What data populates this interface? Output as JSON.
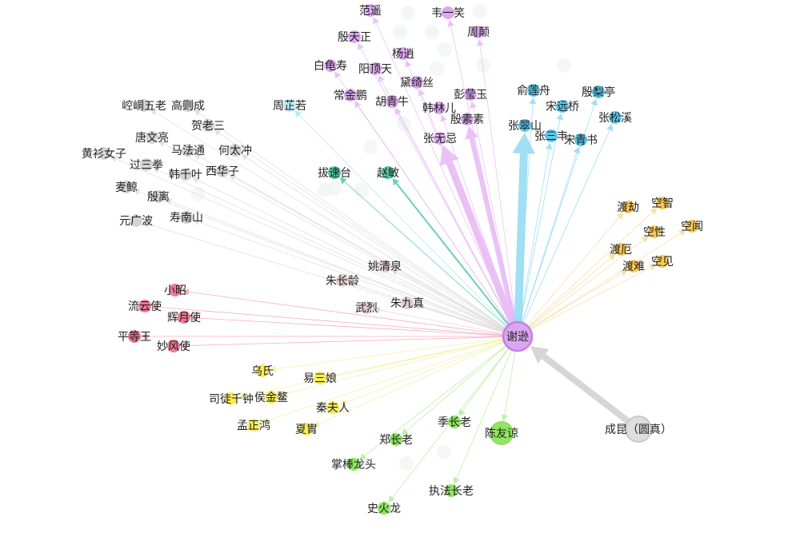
{
  "center": {
    "name": "谢逊",
    "color": "#d9a6f0"
  },
  "groups": [
    {
      "id": "mingjiao",
      "color": "#dda8f2",
      "edge": "#e6b8f5",
      "members": [
        "范遥",
        "韦一笑",
        "周颠",
        "殷天正",
        "杨逍",
        "白龟寿",
        "阳顶天",
        "黛绮丝",
        "常金鹏",
        "胡青牛",
        "彭莹玉",
        "韩林儿",
        "殷素素",
        "张无忌"
      ]
    },
    {
      "id": "wudang",
      "color": "#5cc8ea",
      "edge": "#8fd9f2",
      "members": [
        "俞莲舟",
        "殷梨亭",
        "宋远桥",
        "张松溪",
        "张翠山",
        "张三丰",
        "宋青书"
      ]
    },
    {
      "id": "emei",
      "color": "#bdeef7",
      "edge": "#a8e6f3",
      "members": [
        "周芷若"
      ]
    },
    {
      "id": "yuan",
      "color": "#4fc9a3",
      "edge": "#4fc9a3",
      "members": [
        "拔速台",
        "赵敏"
      ]
    },
    {
      "id": "misc",
      "color": "#d4d4d4",
      "edge": "#dcdcdc",
      "members": [
        "崆峒五老",
        "高则成",
        "贺老三",
        "唐文亮",
        "黄衫女子",
        "马法通",
        "何太冲",
        "过三拳",
        "韩千叶",
        "西华子",
        "麦鲸",
        "殷离",
        "元广波",
        "寿南山"
      ]
    },
    {
      "id": "zhu",
      "color": "#e3cfcf",
      "edge": "#e0d0d0",
      "members": [
        "姚清泉",
        "朱长龄",
        "武烈",
        "朱九真"
      ]
    },
    {
      "id": "persia",
      "color": "#f07a98",
      "edge": "#f2a0b5",
      "members": [
        "小昭",
        "流云使",
        "辉月使",
        "平等王",
        "妙风使"
      ]
    },
    {
      "id": "jinhua",
      "color": "#f5ee5a",
      "edge": "#f3ef9a",
      "members": [
        "乌氏",
        "易三娘",
        "司徒千钟",
        "侯金鳌",
        "秦夫人",
        "孟正鸿",
        "夏胄"
      ]
    },
    {
      "id": "gaibang",
      "color": "#8fe65f",
      "edge": "#b4ec98",
      "members": [
        "季长老",
        "陈友谅",
        "郑长老",
        "掌棒龙头",
        "执法长老",
        "史火龙"
      ]
    },
    {
      "id": "shaolin",
      "color": "#f7c85a",
      "edge": "#f6dc9c",
      "members": [
        "渡劫",
        "空智",
        "空性",
        "空闻",
        "渡厄",
        "渡难",
        "空见"
      ]
    },
    {
      "id": "chengkun",
      "color": "#dedede",
      "edge": "#cfcfcf",
      "members": [
        "成昆（圆真）"
      ]
    }
  ]
}
